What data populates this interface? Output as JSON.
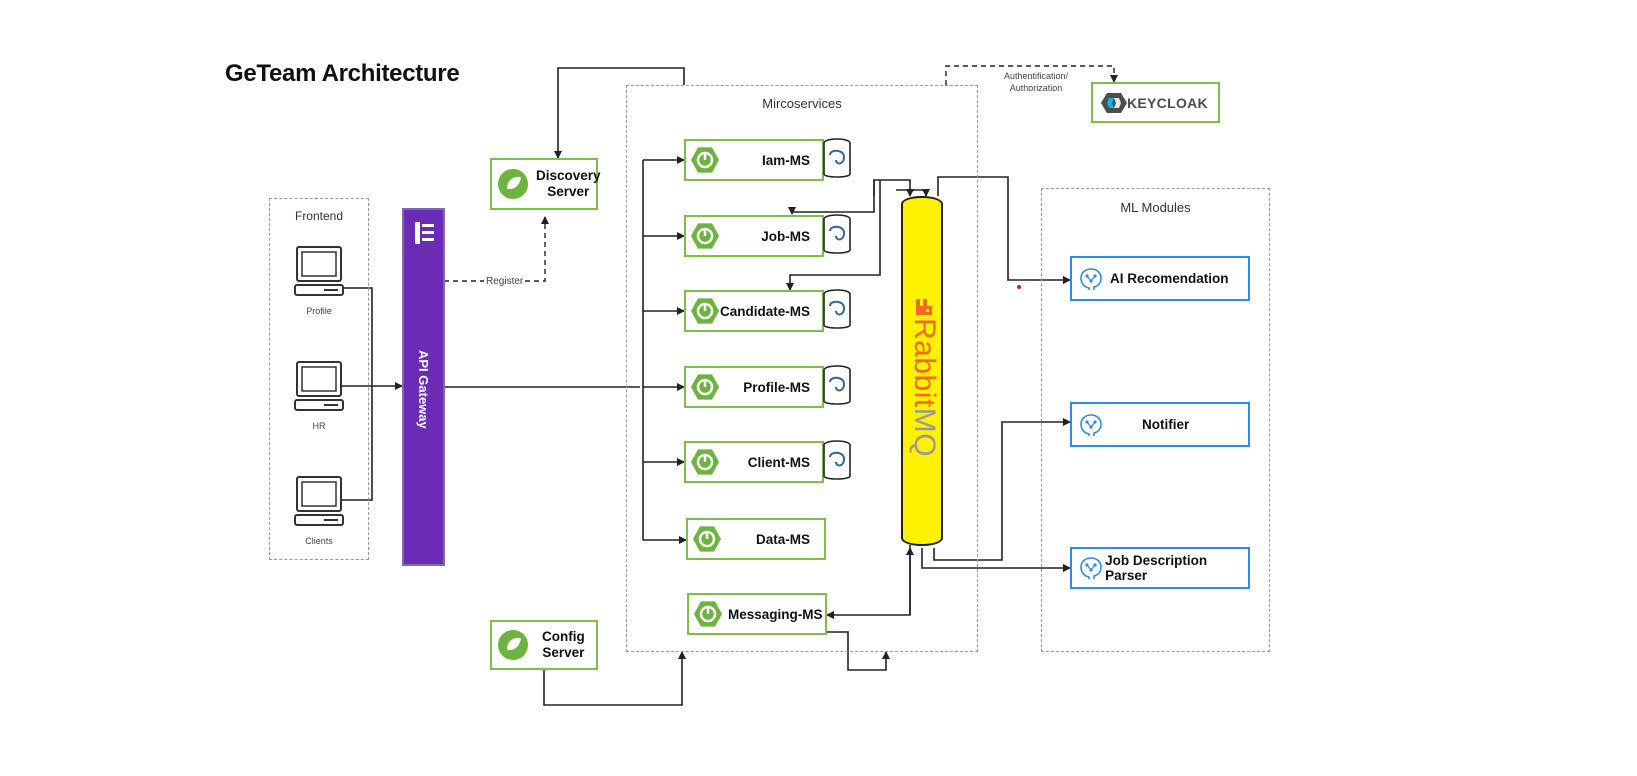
{
  "title": "GeTeam Architecture",
  "groups": {
    "frontend": "Frontend",
    "microservices": "Mircoservices",
    "ml": "ML Modules"
  },
  "frontend_clients": [
    "Profile",
    "HR",
    "Clients"
  ],
  "gateway_label": "API Gateway",
  "discovery_label": "Discovery\nServer",
  "config_label": "Config\nServer",
  "register_label": "Register",
  "auth_label": "Authentification/\nAuthorization",
  "keycloak_label": "KEYCLOAK",
  "services": [
    "Iam-MS",
    "Job-MS",
    "Candidate-MS",
    "Profile-MS",
    "Client-MS",
    "Data-MS",
    "Messaging-MS"
  ],
  "rabbit_label": {
    "rabbit": "Rabbit",
    "mq": "MQ"
  },
  "ml_modules": [
    "AI Recomendation",
    "Notifier",
    "Job Description Parser"
  ],
  "colors": {
    "spring_green": "#6db33f",
    "ml_blue": "#2d8ce6",
    "gateway_purple": "#6a2bb5",
    "rabbit_yellow": "#fff200",
    "rabbit_orange": "#f26b1d",
    "keycloak_blue": "#4d4d4d"
  }
}
